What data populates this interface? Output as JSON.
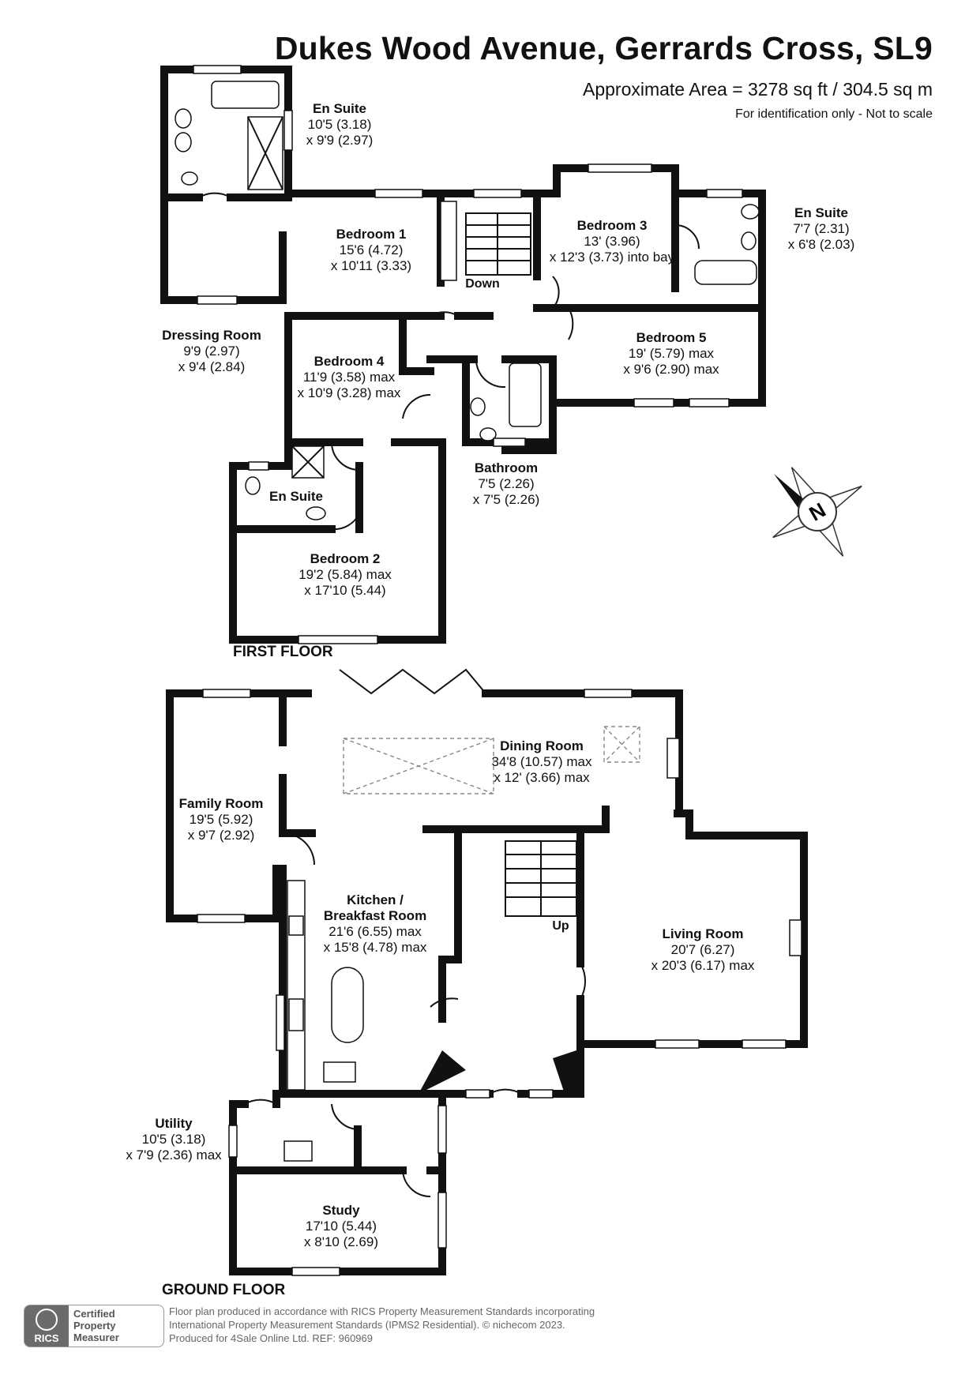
{
  "header": {
    "title": "Dukes Wood Avenue, Gerrards Cross, SL9",
    "area": "Approximate Area = 3278 sq ft / 304.5 sq m",
    "identification": "For identification only - Not to scale"
  },
  "first_floor": {
    "label": "FIRST FLOOR",
    "rooms": {
      "en_suite_1": {
        "name": "En Suite",
        "dim1": "10'5 (3.18)",
        "dim2": "x 9'9 (2.97)"
      },
      "dressing_room": {
        "name": "Dressing Room",
        "dim1": "9'9 (2.97)",
        "dim2": "x 9'4 (2.84)"
      },
      "bedroom_1": {
        "name": "Bedroom 1",
        "dim1": "15'6 (4.72)",
        "dim2": "x 10'11 (3.33)"
      },
      "bedroom_3": {
        "name": "Bedroom 3",
        "dim1": "13' (3.96)",
        "dim2": "x 12'3 (3.73) into bay"
      },
      "en_suite_3": {
        "name": "En Suite",
        "dim1": "7'7 (2.31)",
        "dim2": "x 6'8 (2.03)"
      },
      "bedroom_5": {
        "name": "Bedroom 5",
        "dim1": "19' (5.79) max",
        "dim2": "x 9'6 (2.90) max"
      },
      "bedroom_4": {
        "name": "Bedroom 4",
        "dim1": "11'9 (3.58) max",
        "dim2": "x 10'9 (3.28) max"
      },
      "bathroom": {
        "name": "Bathroom",
        "dim1": "7'5 (2.26)",
        "dim2": "x 7'5 (2.26)"
      },
      "en_suite_2": {
        "name": "En Suite"
      },
      "bedroom_2": {
        "name": "Bedroom 2",
        "dim1": "19'2 (5.84) max",
        "dim2": "x 17'10 (5.44)"
      }
    },
    "stairs_label": "Down"
  },
  "ground_floor": {
    "label": "GROUND FLOOR",
    "rooms": {
      "family_room": {
        "name": "Family Room",
        "dim1": "19'5 (5.92)",
        "dim2": "x 9'7 (2.92)"
      },
      "dining_room": {
        "name": "Dining Room",
        "dim1": "34'8 (10.57) max",
        "dim2": "x 12' (3.66) max"
      },
      "kitchen": {
        "name": "Kitchen /",
        "name2": "Breakfast Room",
        "dim1": "21'6 (6.55) max",
        "dim2": "x 15'8 (4.78) max"
      },
      "living_room": {
        "name": "Living Room",
        "dim1": "20'7 (6.27)",
        "dim2": "x 20'3 (6.17) max"
      },
      "utility": {
        "name": "Utility",
        "dim1": "10'5 (3.18)",
        "dim2": "x 7'9 (2.36) max"
      },
      "study": {
        "name": "Study",
        "dim1": "17'10 (5.44)",
        "dim2": "x 8'10 (2.69)"
      }
    },
    "stairs_label": "Up"
  },
  "compass": {
    "letter": "N",
    "icon": "compass-rose-icon"
  },
  "footer": {
    "badge_logo": "RICS",
    "badge_line1": "Certified",
    "badge_line2": "Property",
    "badge_line3": "Measurer",
    "line1": "Floor plan produced in accordance with RICS Property Measurement Standards incorporating",
    "line2": "International Property Measurement Standards (IPMS2 Residential).   © nichecom 2023.",
    "line3": "Produced for 4Sale Online Ltd.    REF:  960969"
  }
}
